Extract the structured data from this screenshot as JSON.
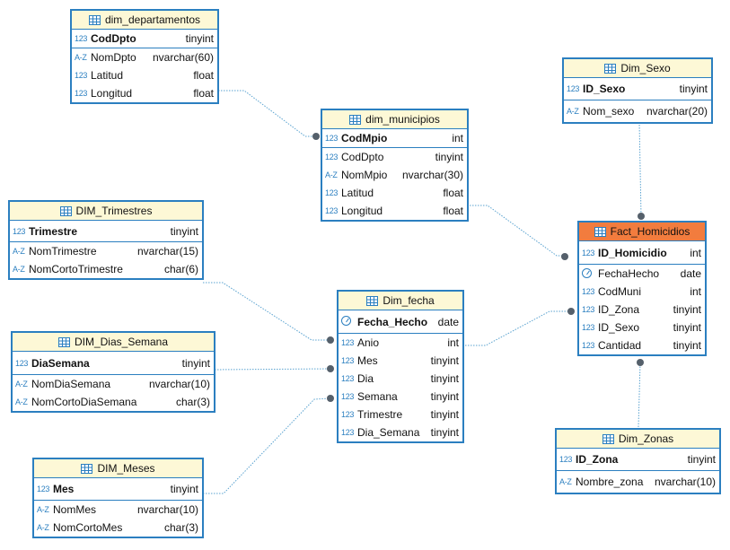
{
  "tables": {
    "dim_departamentos": {
      "title": "dim_departamentos",
      "rows": [
        {
          "icon": "123",
          "name": "CodDpto",
          "type": "tinyint"
        },
        {
          "icon": "A-Z",
          "name": "NomDpto",
          "type": "nvarchar(60)"
        },
        {
          "icon": "123",
          "name": "Latitud",
          "type": "float"
        },
        {
          "icon": "123",
          "name": "Longitud",
          "type": "float"
        }
      ]
    },
    "dim_municipios": {
      "title": "dim_municipios",
      "rows": [
        {
          "icon": "123",
          "name": "CodMpio",
          "type": "int"
        },
        {
          "icon": "123",
          "name": "CodDpto",
          "type": "tinyint"
        },
        {
          "icon": "A-Z",
          "name": "NomMpio",
          "type": "nvarchar(30)"
        },
        {
          "icon": "123",
          "name": "Latitud",
          "type": "float"
        },
        {
          "icon": "123",
          "name": "Longitud",
          "type": "float"
        }
      ]
    },
    "dim_sexo": {
      "title": "Dim_Sexo",
      "rows": [
        {
          "icon": "123",
          "name": "ID_Sexo",
          "type": "tinyint"
        },
        {
          "icon": "A-Z",
          "name": "Nom_sexo",
          "type": "nvarchar(20)"
        }
      ]
    },
    "dim_trimestres": {
      "title": "DIM_Trimestres",
      "rows": [
        {
          "icon": "123",
          "name": "Trimestre",
          "type": "tinyint"
        },
        {
          "icon": "A-Z",
          "name": "NomTrimestre",
          "type": "nvarchar(15)"
        },
        {
          "icon": "A-Z",
          "name": "NomCortoTrimestre",
          "type": "char(6)"
        }
      ]
    },
    "fact_homicidios": {
      "title": "Fact_Homicidios",
      "rows": [
        {
          "icon": "123",
          "name": "ID_Homicidio",
          "type": "int"
        },
        {
          "icon": "clock",
          "name": "FechaHecho",
          "type": "date"
        },
        {
          "icon": "123",
          "name": "CodMuni",
          "type": "int"
        },
        {
          "icon": "123",
          "name": "ID_Zona",
          "type": "tinyint"
        },
        {
          "icon": "123",
          "name": "ID_Sexo",
          "type": "tinyint"
        },
        {
          "icon": "123",
          "name": "Cantidad",
          "type": "tinyint"
        }
      ]
    },
    "dim_fecha": {
      "title": "Dim_fecha",
      "rows": [
        {
          "icon": "clock",
          "name": "Fecha_Hecho",
          "type": "date"
        },
        {
          "icon": "123",
          "name": "Anio",
          "type": "int"
        },
        {
          "icon": "123",
          "name": "Mes",
          "type": "tinyint"
        },
        {
          "icon": "123",
          "name": "Dia",
          "type": "tinyint"
        },
        {
          "icon": "123",
          "name": "Semana",
          "type": "tinyint"
        },
        {
          "icon": "123",
          "name": "Trimestre",
          "type": "tinyint"
        },
        {
          "icon": "123",
          "name": "Dia_Semana",
          "type": "tinyint"
        }
      ]
    },
    "dim_dias_semana": {
      "title": "DIM_Dias_Semana",
      "rows": [
        {
          "icon": "123",
          "name": "DiaSemana",
          "type": "tinyint"
        },
        {
          "icon": "A-Z",
          "name": "NomDiaSemana",
          "type": "nvarchar(10)"
        },
        {
          "icon": "A-Z",
          "name": "NomCortoDiaSemana",
          "type": "char(3)"
        }
      ]
    },
    "dim_zonas": {
      "title": "Dim_Zonas",
      "rows": [
        {
          "icon": "123",
          "name": "ID_Zona",
          "type": "tinyint"
        },
        {
          "icon": "A-Z",
          "name": "Nombre_zona",
          "type": "nvarchar(10)"
        }
      ]
    },
    "dim_meses": {
      "title": "DIM_Meses",
      "rows": [
        {
          "icon": "123",
          "name": "Mes",
          "type": "tinyint"
        },
        {
          "icon": "A-Z",
          "name": "NomMes",
          "type": "nvarchar(10)"
        },
        {
          "icon": "A-Z",
          "name": "NomCortoMes",
          "type": "char(3)"
        }
      ]
    }
  },
  "colors": {
    "border": "#2b7fc0",
    "header": "#fdf8d6",
    "fact_header": "#f27c3e",
    "link": "#5ba3d0",
    "endpoint": "#55606b"
  }
}
